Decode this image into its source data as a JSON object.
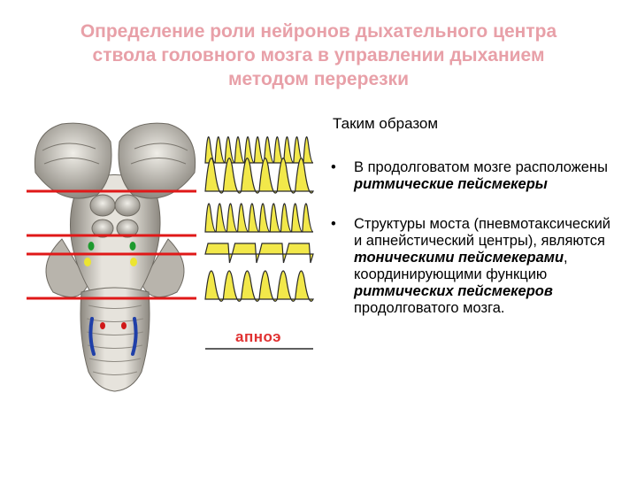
{
  "title": {
    "line1": "Определение роли нейронов дыхательного центра",
    "line2": "ствола головного мозга в управлении дыханием",
    "line3": "методом перерезки"
  },
  "conclusion_heading": "Таким образом",
  "bullet_marker": "•",
  "bullets": [
    {
      "t1": "В продолговатом мозге расположены ",
      "e1": "ритмические пейсмекеры",
      "t2": ""
    },
    {
      "t1": "Структуры моста (пневмотаксический и апнейстический центры), являются ",
      "e1": "тоническими пейсмекерами",
      "t2": ", координирующими функцию ",
      "e2": "ритмических пейсмекеров",
      "t3": " продолговатого мозга."
    }
  ],
  "figure": {
    "apnea_label": "апноэ",
    "colors": {
      "cut_line": "#e01818",
      "wave_fill": "#f2e84a",
      "wave_outline": "#2a2a2a",
      "tract_red": "#d01818",
      "tract_blue": "#1f3fa8",
      "nucleus_green": "#1e9a2e",
      "nucleus_yellow": "#ece530",
      "brain_tissue": "#d4d0c8"
    }
  }
}
